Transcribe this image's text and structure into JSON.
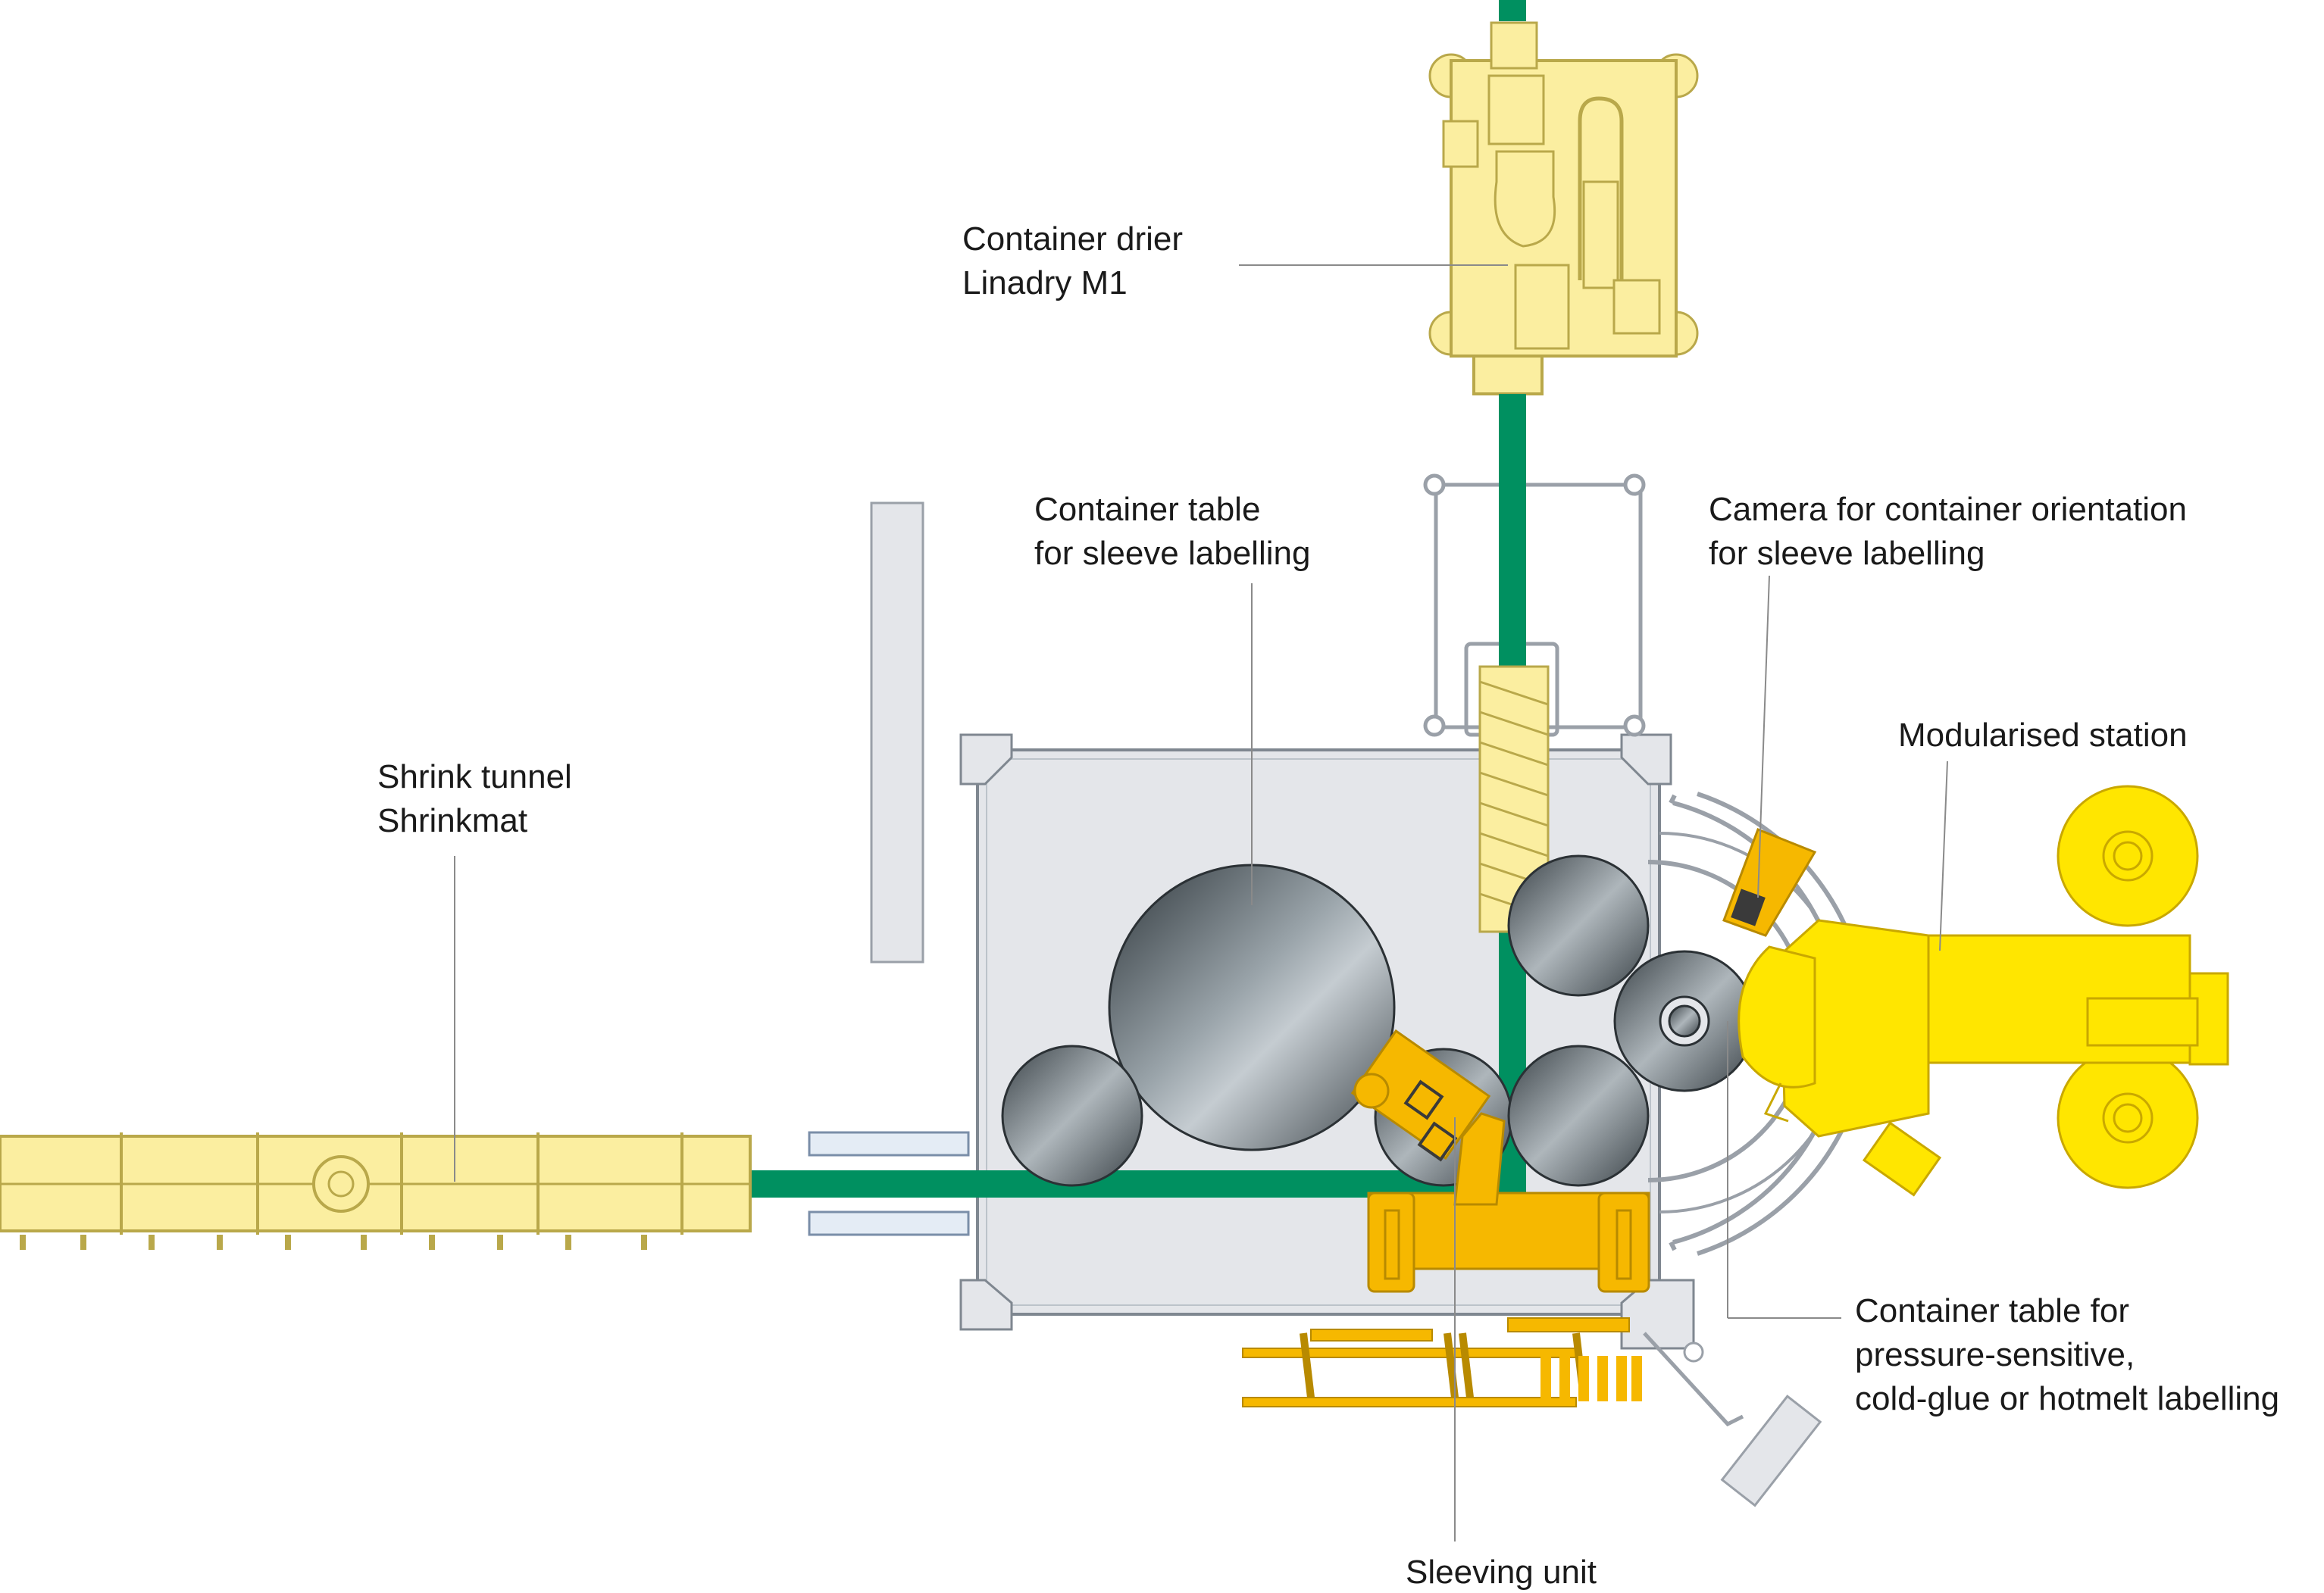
{
  "labels": {
    "container_drier": {
      "line1": "Container drier",
      "line2": "Linadry M1"
    },
    "container_table_sleeve": {
      "line1": "Container table",
      "line2": "for sleeve labelling"
    },
    "camera": {
      "line1": "Camera for container orientation",
      "line2": "for sleeve labelling"
    },
    "modularised_station": {
      "line1": "Modularised station"
    },
    "shrink_tunnel": {
      "line1": "Shrink tunnel",
      "line2": "Shrinkmat"
    },
    "container_table_psl": {
      "line1": "Container table for",
      "line2": "pressure-sensitive,",
      "line3": "cold-glue or hotmelt labelling"
    },
    "sleeving_unit": {
      "line1": "Sleeving unit"
    }
  },
  "colors": {
    "conveyor": "#009060",
    "drier": "#fbeea0",
    "drier_stroke": "#b9a84a",
    "station_yellow": "#ffe600",
    "station_stroke": "#c9a800",
    "sleever_orange": "#f6b800",
    "frame_gray": "#e4e6ea",
    "frame_stroke": "#9aa0a8",
    "starwheel_dark": "#3c4449",
    "starwheel_light": "#b8c0c6",
    "leader_gray": "#8a8a8a"
  }
}
